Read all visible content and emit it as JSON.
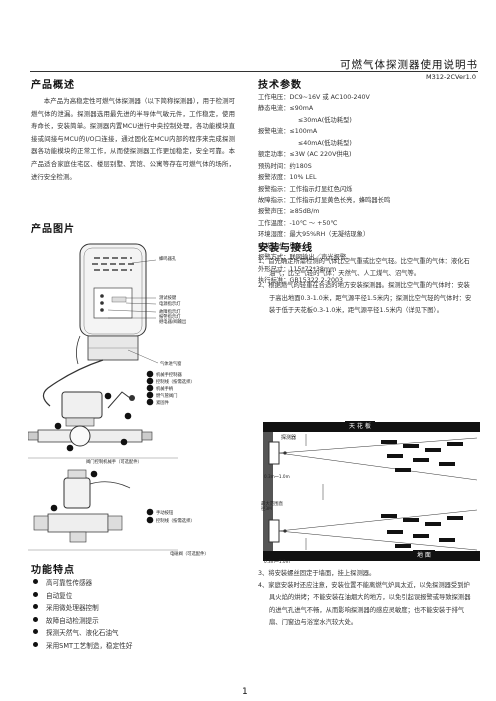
{
  "header": {
    "title": "可燃气体探测器使用说明书",
    "model": "M312-2CVer1.0"
  },
  "overview": {
    "title": "产品概述",
    "text": "本产品为高稳定性可燃气体探测器（以下简称探测器），用于检测可燃气体的泄漏。探测器选用最先进的半导体气敏元件，工作稳定，使用寿命长，安装简单。探测器内置MCU进行中央控制处理，各功能模块直接或间接与MCU的I/O口连接，通过固化在MCU内部的程序来完成探测器各功能模块的正常工作，从而使探测器工作更加稳定，安全可靠。本产品适合家庭住宅区、楼层别墅、宾馆、公寓等存在可燃气体的场所，进行安全检测。"
  },
  "picture": {
    "title": "产品图片",
    "labels": [
      "蜂鸣器孔",
      "测试按键",
      "电源指示灯",
      "故障指示灯",
      "报警指示灯",
      "继电器/阀输出",
      "气体进气窗",
      "机械手控制器",
      "控制线（按需选择）",
      "机械手柄",
      "燃气管阀门",
      "紧固件",
      "阀门控制机械手（可选配件）",
      "手动按钮",
      "控制线（按需选择）",
      "电磁阀（可选配件）"
    ],
    "markers": [
      "1",
      "2",
      "3",
      "4",
      "5"
    ]
  },
  "features": {
    "title": "功能特点",
    "items": [
      "高可靠性传感器",
      "自动复位",
      "采用微处理器控制",
      "故障自动检测提示",
      "探测天然气、液化石油气",
      "采用SMT工艺制造，稳定性好"
    ]
  },
  "specs": {
    "title": "技术参数",
    "items": [
      {
        "k": "工作电压：",
        "v": "DC9~16V 或  AC100-240V"
      },
      {
        "k": "静态电流：",
        "v": "≤90mA"
      },
      {
        "k": "",
        "v": "≤30mA(低功耗型)",
        "indent": true
      },
      {
        "k": "报警电流：",
        "v": "≤100mA"
      },
      {
        "k": "",
        "v": "≤40mA(低功耗型)",
        "indent": true
      },
      {
        "k": "额定功率：",
        "v": "≤3W (AC 220V供电)"
      },
      {
        "k": "预热时间：",
        "v": "约180S"
      },
      {
        "k": "报警浓度：",
        "v": "10% LEL"
      },
      {
        "k": "报警指示：",
        "v": "工作指示灯显红色闪烁"
      },
      {
        "k": "故障指示：",
        "v": "工作指示灯显黄色长亮，蜂鸣器长鸣"
      },
      {
        "k": "报警声压：",
        "v": "≥85dB/m"
      },
      {
        "k": "工作温度：",
        "v": "-10℃ ～ +50℃"
      },
      {
        "k": "环境湿度：",
        "v": "最大95%RH（无凝结现象）"
      },
      {
        "k": "安装方式：",
        "v": "壁挂"
      },
      {
        "k": "报警方式：",
        "v": "联网输出／声光报警"
      },
      {
        "k": "外形尺寸：",
        "v": "115*72*38mm"
      },
      {
        "k": "执行标准：",
        "v": "GB15322.2-2003"
      }
    ]
  },
  "install": {
    "title": "安装与接线",
    "items": [
      "1、首先确定所需检测的气体比空气重或比空气轻。比空气重的气体：液化石油气；比空气轻的气体：天然气、人工煤气、沼气等。",
      "2、根据燃气的轻重在合适的地方安装探测器。探测比空气重的气体时：安装于高出地面0.3-1.0米，距气源平径1.5米内；探测比空气轻的气体时：安装于低于天花板0.3-1.0米，距气源平径1.5米内（详见下图）。"
    ]
  },
  "diagram": {
    "ceiling": "天 花 板",
    "floor": "地  面",
    "detector": "探测器",
    "top_dist": "0.3m～1.0m",
    "mid_label": "最大范围直径3M",
    "bottom_dist": "0.3m～1.0m"
  },
  "notes": {
    "items": [
      "3、将安装螺丝固定于墙面，挂上探测器。",
      "4、家庭安装时还应注意，安装位置不能离燃气炉具太近，以免探测器受到炉具火焰的烘烤；不能安装在油烟大的地方，以免引起误报警或导致探测器的进气孔进气不畅，从而影响探测器的感应灵敏度；也不能安装于排气扇、门窗边与浴室水汽较大处。"
    ]
  },
  "page": {
    "number": "1"
  }
}
